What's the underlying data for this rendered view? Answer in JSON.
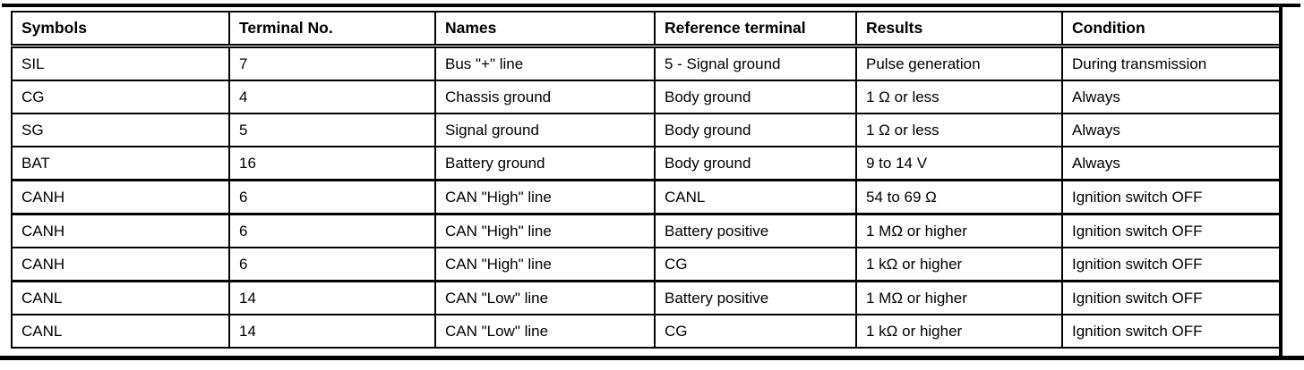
{
  "colors": {
    "border": "#000000",
    "text": "#000000",
    "background": "#ffffff"
  },
  "table": {
    "columns": [
      "Symbols",
      "Terminal No.",
      "Names",
      "Reference terminal",
      "Results",
      "Condition"
    ],
    "rows": [
      [
        "SIL",
        "7",
        "Bus \"+\" line",
        "5 - Signal ground",
        "Pulse generation",
        "During transmission"
      ],
      [
        "CG",
        "4",
        "Chassis ground",
        "Body ground",
        "1 Ω or less",
        "Always"
      ],
      [
        "SG",
        "5",
        "Signal ground",
        "Body ground",
        "1 Ω or less",
        "Always"
      ],
      [
        "BAT",
        "16",
        "Battery ground",
        "Body ground",
        "9 to 14 V",
        "Always"
      ],
      [
        "CANH",
        "6",
        "CAN \"High\" line",
        "CANL",
        "54 to 69 Ω",
        "Ignition switch OFF"
      ],
      [
        "CANH",
        "6",
        "CAN \"High\" line",
        "Battery positive",
        "1 MΩ or higher",
        "Ignition switch OFF"
      ],
      [
        "CANH",
        "6",
        "CAN \"High\" line",
        "CG",
        "1 kΩ or higher",
        "Ignition switch OFF"
      ],
      [
        "CANL",
        "14",
        "CAN \"Low\" line",
        "Battery positive",
        "1 MΩ or higher",
        "Ignition switch OFF"
      ],
      [
        "CANL",
        "14",
        "CAN \"Low\" line",
        "CG",
        "1 kΩ or higher",
        "Ignition switch OFF"
      ]
    ]
  }
}
